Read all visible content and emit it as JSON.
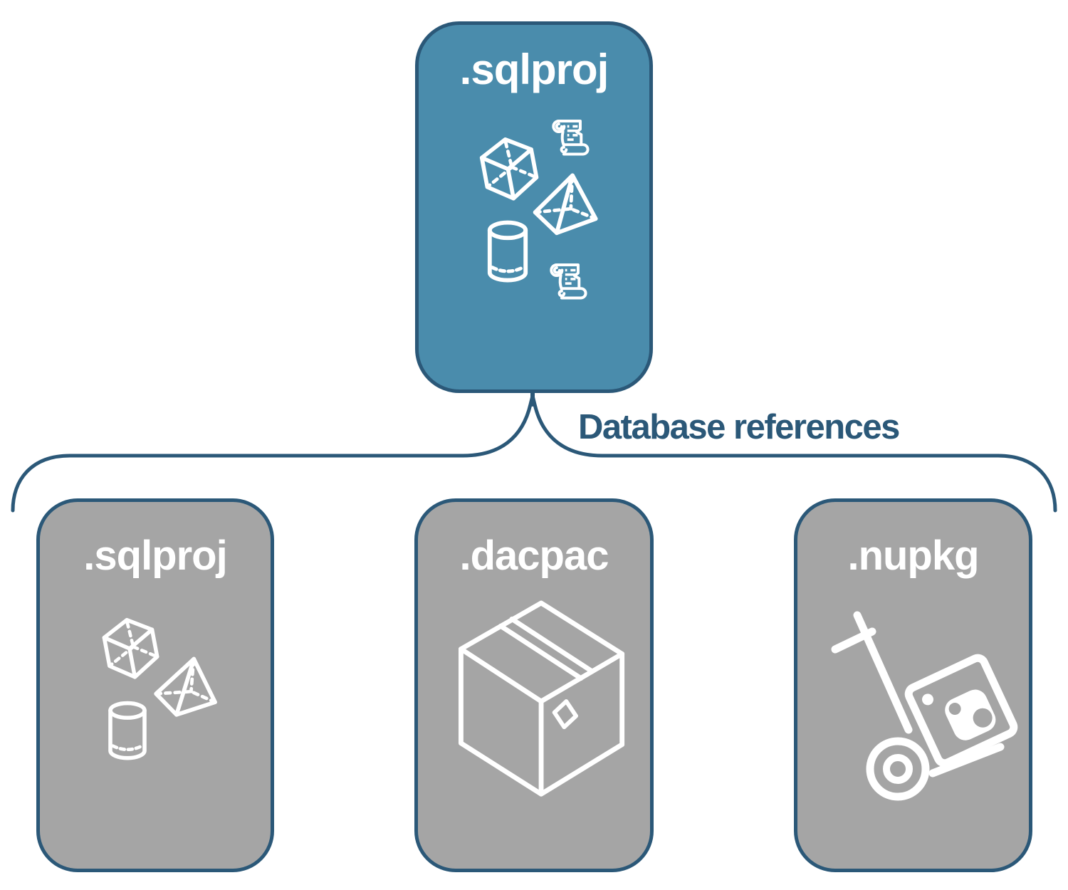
{
  "diagram": {
    "type": "database-references-diagram",
    "root_card": {
      "label": ".sqlproj"
    },
    "connector": {
      "label": "Database references"
    },
    "child_cards": [
      {
        "label": ".sqlproj",
        "icons": [
          "cube",
          "pyramid",
          "cylinder"
        ]
      },
      {
        "label": ".dacpac",
        "icons": [
          "package-box"
        ]
      },
      {
        "label": ".nupkg",
        "icons": [
          "nuget-hand-truck"
        ]
      }
    ],
    "root_card_icons": [
      "scroll",
      "cube",
      "pyramid",
      "cylinder",
      "scroll"
    ]
  },
  "colors": {
    "root_card_fill": "#4A8CAC",
    "child_card_fill": "#A5A5A5",
    "outline_stroke": "#2B5878",
    "connector_text": "#2B5878",
    "icon_stroke": "#FFFFFF",
    "label_text": "#FFFFFF",
    "page_background": "#FFFFFF"
  }
}
